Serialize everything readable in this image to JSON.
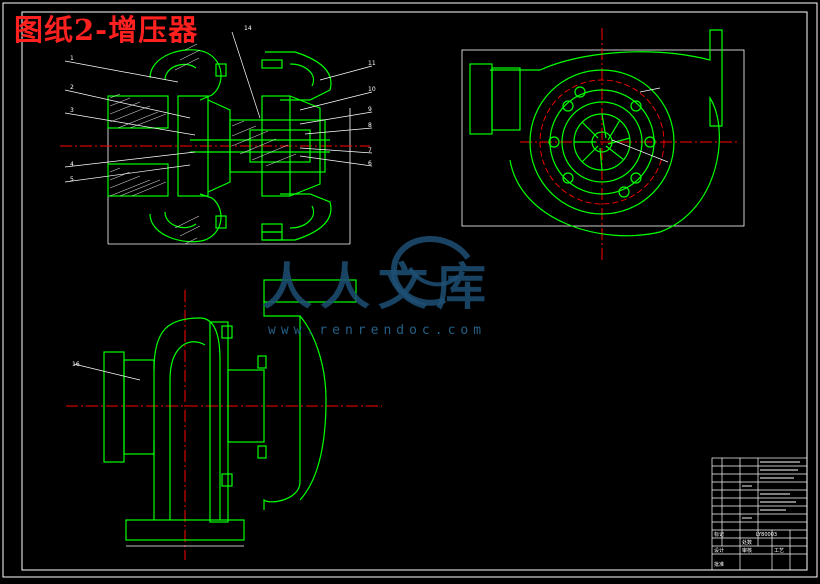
{
  "title": "图纸2-增压器",
  "watermark": {
    "brand": "人人文库",
    "url": "www.renrendoc.com"
  },
  "colors": {
    "background": "#000000",
    "outline": "#00ff00",
    "frame": "#ffffff",
    "centerline": "#ff0000",
    "title": "#ff2020",
    "watermark": "#1e4f74"
  },
  "section_view": {
    "part_numbers_left": [
      "1",
      "2",
      "3",
      "4",
      "5"
    ],
    "part_numbers_right": [
      "11",
      "10",
      "9",
      "8",
      "7",
      "6"
    ],
    "top_label": "14"
  },
  "end_view_label": "16",
  "title_block": {
    "drawing_no": "LY80003",
    "labels": [
      "标记",
      "处数",
      "设计",
      "审核",
      "工艺",
      "批准"
    ]
  }
}
